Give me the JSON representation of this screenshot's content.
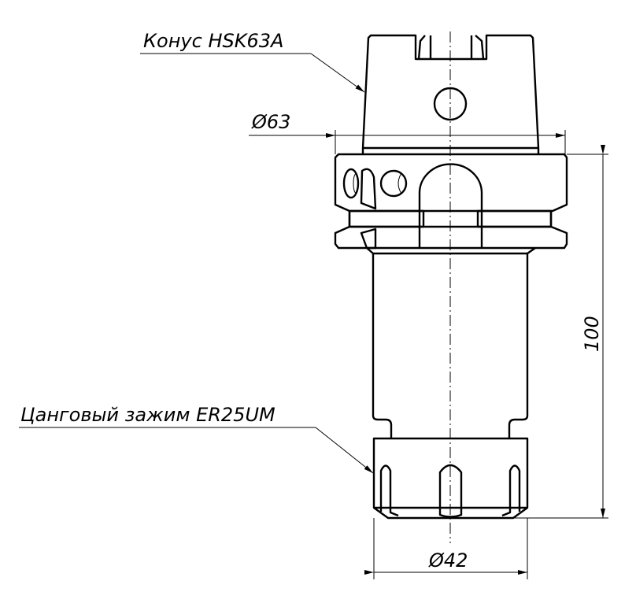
{
  "labels": {
    "cone": "Конус HSK63A",
    "collet": "Цанговый зажим ER25UM"
  },
  "dimensions": {
    "d_flange": "Ø63",
    "length": "100",
    "d_nut": "Ø42"
  }
}
